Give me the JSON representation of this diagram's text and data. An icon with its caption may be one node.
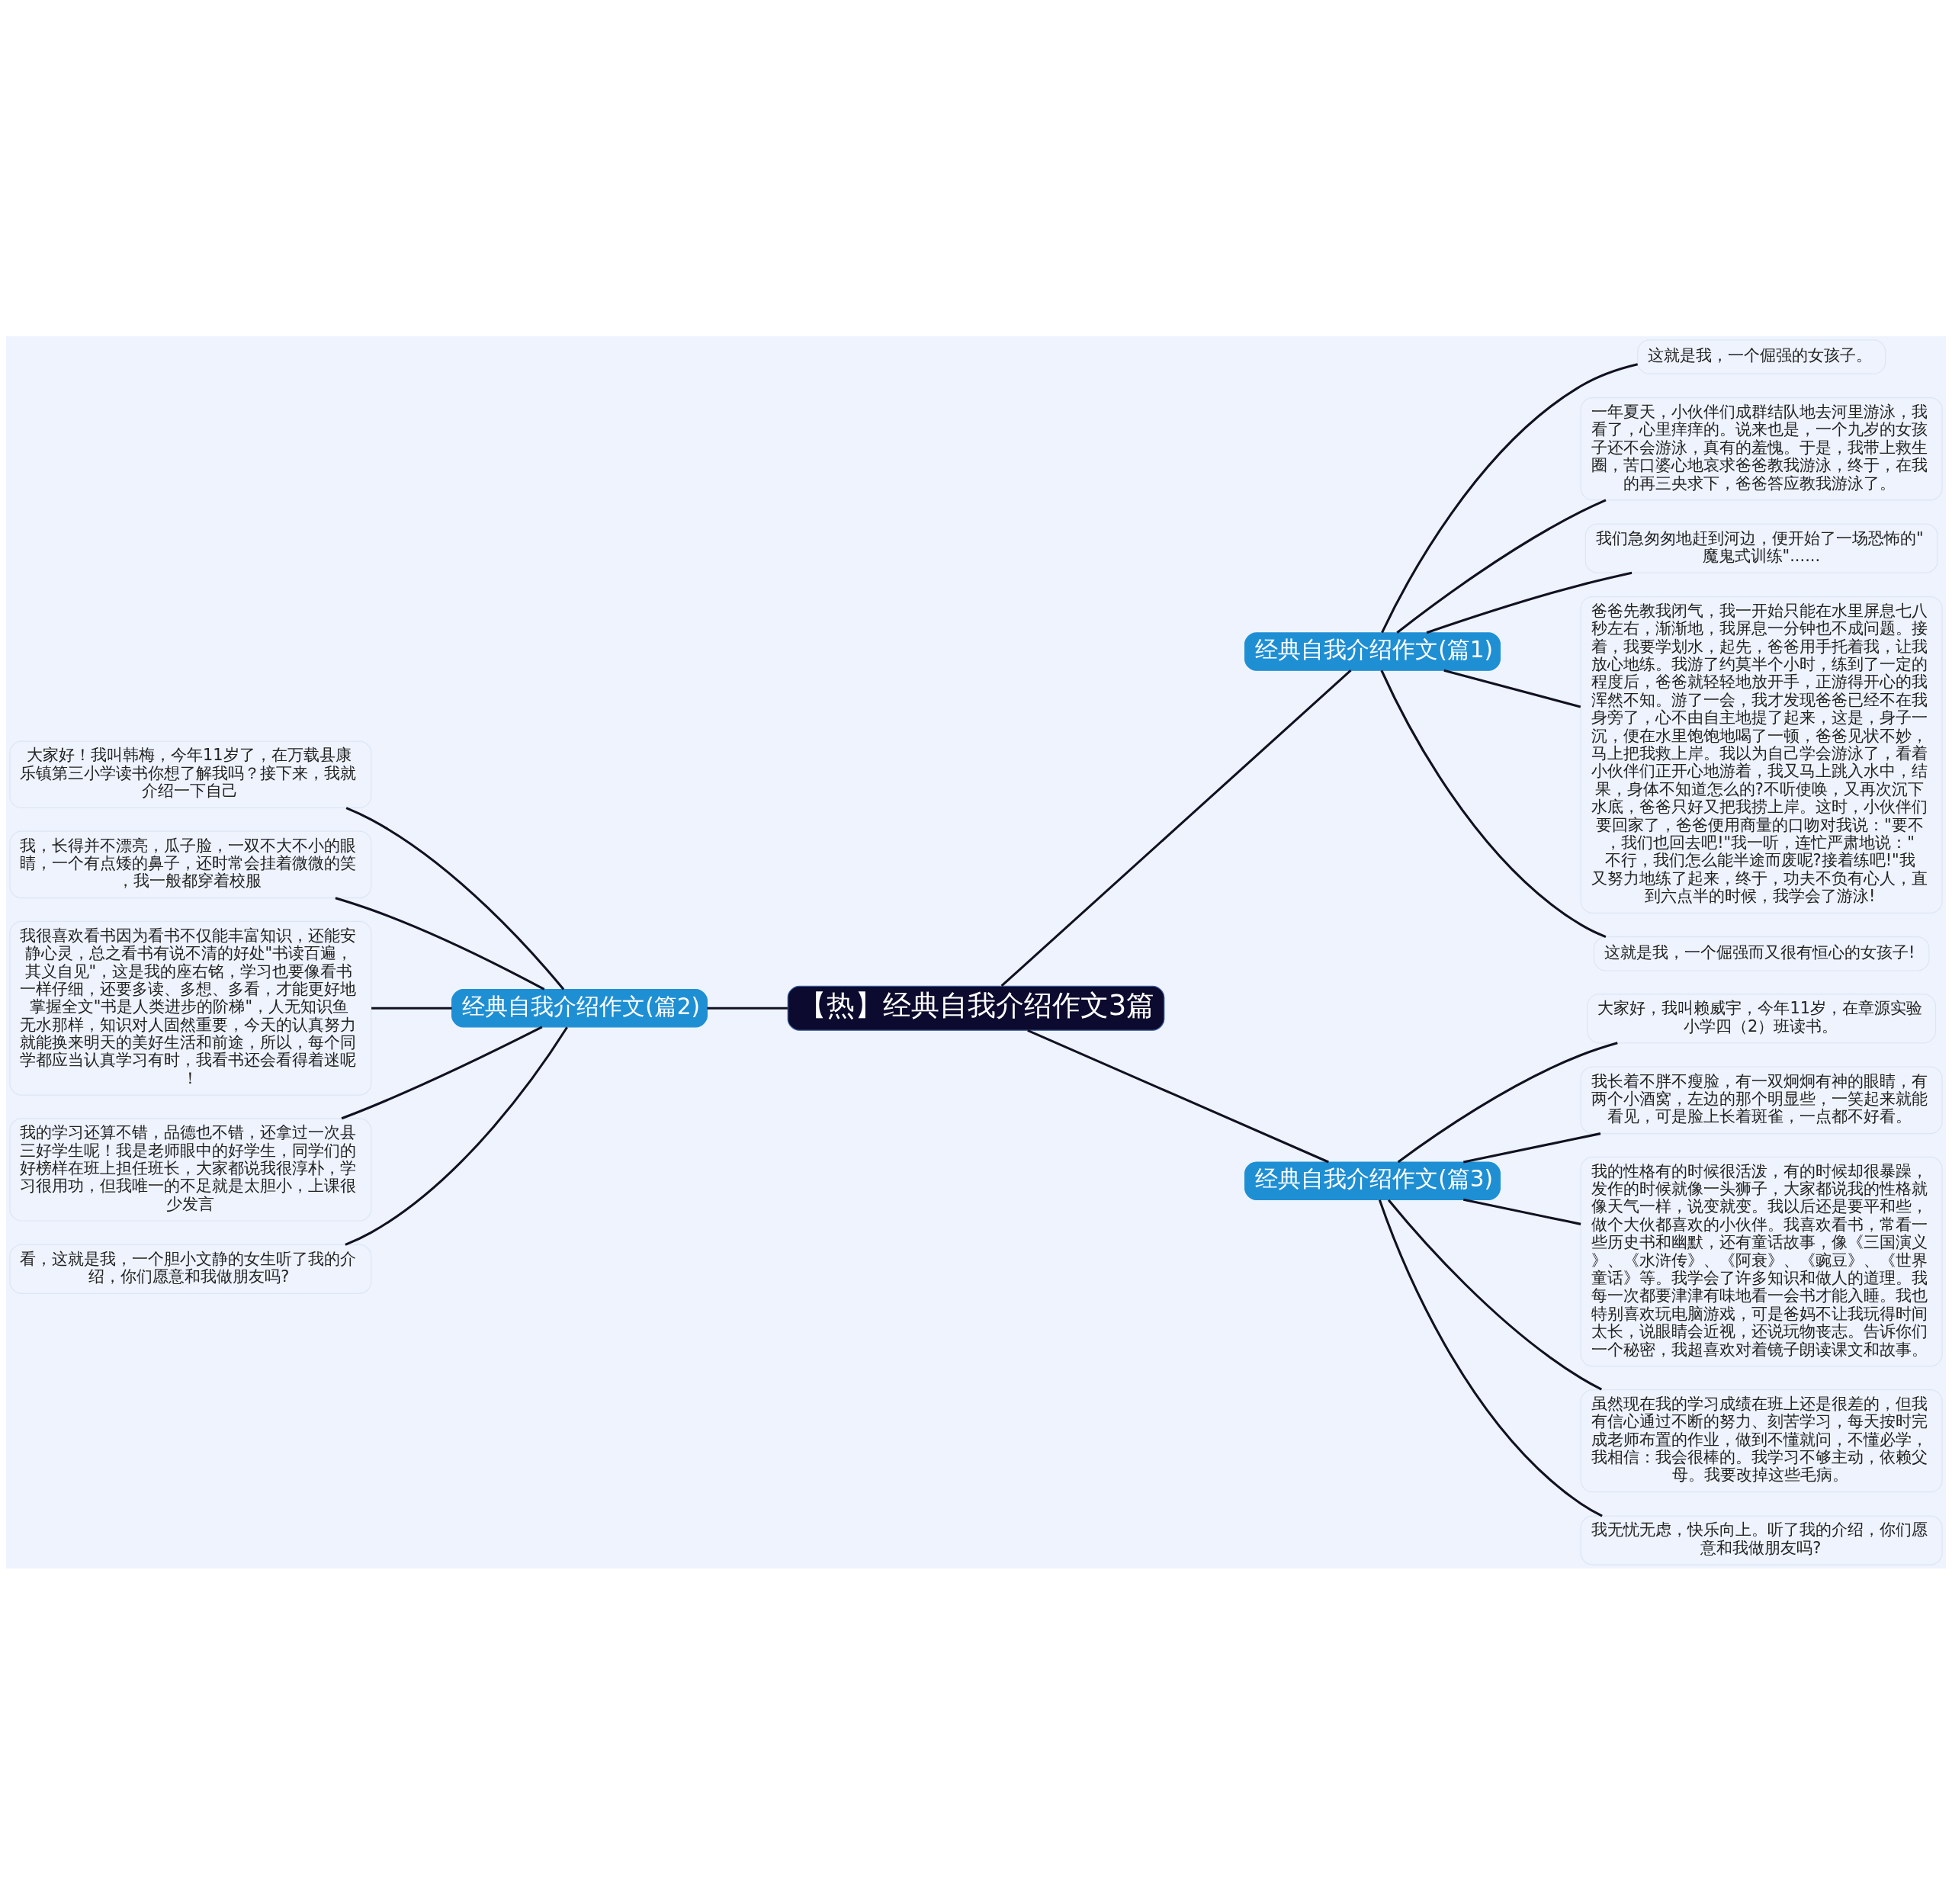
{
  "diagram": {
    "nodes": [
      {
        "text": [
          "【热】经典自我介绍作文3篇"
        ]
      },
      {
        "text": [
          "经典自我介绍作文(篇1)"
        ]
      },
      {
        "text": [
          "这就是我，一个倔强的女孩子。"
        ]
      },
      {
        "text": [
          "一年夏天，小伙伴们成群结队地去河里游泳，我看了，心里痒痒的。说来也是，一个九岁的女孩子还不会游泳，真有的羞愧。于是，我带上救生圈，苦口婆心地哀求爸爸教我游泳，终于，在我的再三央求下，爸爸答应教我游泳了。"
        ]
      },
      {
        "text": [
          "我们急匆匆地赶到河边，便开始了一场恐怖的\"魔鬼式训练\"......"
        ]
      },
      {
        "text": [
          "爸爸先教我闭气，我一开始只能在水里屏息七八秒左右，渐渐地，我屏息一分钟也不成问题。接着，我要学划水，起先，爸爸用手托着我，让我放心地练。我游了约莫半个小时，练到了一定的程度后，爸爸就轻轻地放开手，正游得开心的我浑然不知。游了一会，我才发现爸爸已经不在我身旁了，心不由自主地提了起来，这是，身子一沉，便在水里饱饱地喝了一顿，爸爸见状不妙，马上把我救上岸。我以为自己学会游泳了，看着小伙伴们正开心地游着，我又马上跳入水中，结果，身体不知道怎么的?不听使唤，又再次沉下水底，爸爸只好又把我捞上岸。这时，小伙伴们要回家了，爸爸便用商量的口吻对我说：\"要不，我们也回去吧!\"我一听，连忙严肃地说：\"不行，我们怎么能半途而废呢?接着练吧!\"我又努力地练了起来，终于，功夫不负有心人，直到六点半的时候，我学会了游泳!"
        ]
      },
      {
        "text": [
          "这就是我，一个倔强而又很有恒心的女孩子!"
        ]
      },
      {
        "text": [
          "经典自我介绍作文(篇2)"
        ]
      },
      {
        "text": [
          "大家好！我叫韩梅，今年11岁了，在万载县康乐镇第三小学读书你想了解我吗？接下来，我就介绍一下自己"
        ]
      },
      {
        "text": [
          "我，长得并不漂亮，瓜子脸，一双不大不小的眼睛，一个有点矮的鼻子，还时常会挂着微微的笑，我一般都穿着校服"
        ]
      },
      {
        "text": [
          "我很喜欢看书因为看书不仅能丰富知识，还能安静心灵，总之看书有说不清的好处\"书读百遍，其义自见\"，这是我的座右铭，学习也要像看书一样仔细，还要多读、多想、多看，才能更好地掌握全文\"书是人类进步的阶梯\"，人无知识鱼无水那样，知识对人固然重要，今天的认真努力就能换来明天的美好生活和前途，所以，每个同学都应当认真学习有时，我看书还会看得着迷呢！"
        ]
      },
      {
        "text": [
          "我的学习还算不错，品德也不错，还拿过一次县三好学生呢！我是老师眼中的好学生，同学们的好榜样在班上担任班长，大家都说我很淳朴，学习很用功，但我唯一的不足就是太胆小，上课很少发言"
        ]
      },
      {
        "text": [
          "看，这就是我，一个胆小文静的女生听了我的介绍，你们愿意和我做朋友吗?"
        ]
      },
      {
        "text": [
          "经典自我介绍作文(篇3)"
        ]
      },
      {
        "text": [
          "大家好，我叫赖威宇，今年11岁，在章源实验小学四（2）班读书。"
        ]
      },
      {
        "text": [
          "我长着不胖不瘦脸，有一双炯炯有神的眼睛，有两个小酒窝，左边的那个明显些，一笑起来就能看见，可是脸上长着斑雀，一点都不好看。"
        ]
      },
      {
        "text": [
          "我的性格有的时候很活泼，有的时候却很暴躁，发作的时候就像一头狮子，大家都说我的性格就像天气一样，说变就变。我以后还是要平和些，做个大伙都喜欢的小伙伴。我喜欢看书，常看一些历史书和幽默，还有童话故事，像《三国演义》、《水浒传》、《阿衰》、《豌豆》、《世界童话》等。我学会了许多知识和做人的道理。我每一次都要津津有味地看一会书才能入睡。我也特别喜欢玩电脑游戏，可是爸妈不让我玩得时间太长，说眼睛会近视，还说玩物丧志。告诉你们一个秘密，我超喜欢对着镜子朗读课文和故事。"
        ]
      },
      {
        "text": [
          "虽然现在我的学习成绩在班上还是很差的，但我有信心通过不断的努力、刻苦学习，每天按时完成老师布置的作业，做到不懂就问，不懂必学，我相信：我会很棒的。我学习不够主动，依赖父母。我要改掉这些毛病。"
        ]
      },
      {
        "text": [
          "我无忧无虑，快乐向上。听了我的介绍，你们愿意和我做朋友吗?"
        ]
      }
    ],
    "edges": [
      {
        "from": 0,
        "to": 1,
        "arrow": "none"
      },
      {
        "from": 1,
        "to": 2,
        "arrow": "none"
      },
      {
        "from": 1,
        "to": 3,
        "arrow": "none"
      },
      {
        "from": 1,
        "to": 4,
        "arrow": "none"
      },
      {
        "from": 1,
        "to": 5,
        "arrow": "none"
      },
      {
        "from": 1,
        "to": 6,
        "arrow": "none"
      },
      {
        "from": 0,
        "to": 7,
        "arrow": "none"
      },
      {
        "from": 7,
        "to": 8,
        "arrow": "none"
      },
      {
        "from": 7,
        "to": 9,
        "arrow": "none"
      },
      {
        "from": 7,
        "to": 10,
        "arrow": "none"
      },
      {
        "from": 7,
        "to": 11,
        "arrow": "none"
      },
      {
        "from": 7,
        "to": 12,
        "arrow": "none"
      },
      {
        "from": 0,
        "to": 13,
        "arrow": "none"
      },
      {
        "from": 13,
        "to": 14,
        "arrow": "none"
      },
      {
        "from": 13,
        "to": 15,
        "arrow": "none"
      },
      {
        "from": 13,
        "to": 16,
        "arrow": "none"
      },
      {
        "from": 13,
        "to": 17,
        "arrow": "none"
      },
      {
        "from": 13,
        "to": 18,
        "arrow": "none"
      }
    ]
  }
}
